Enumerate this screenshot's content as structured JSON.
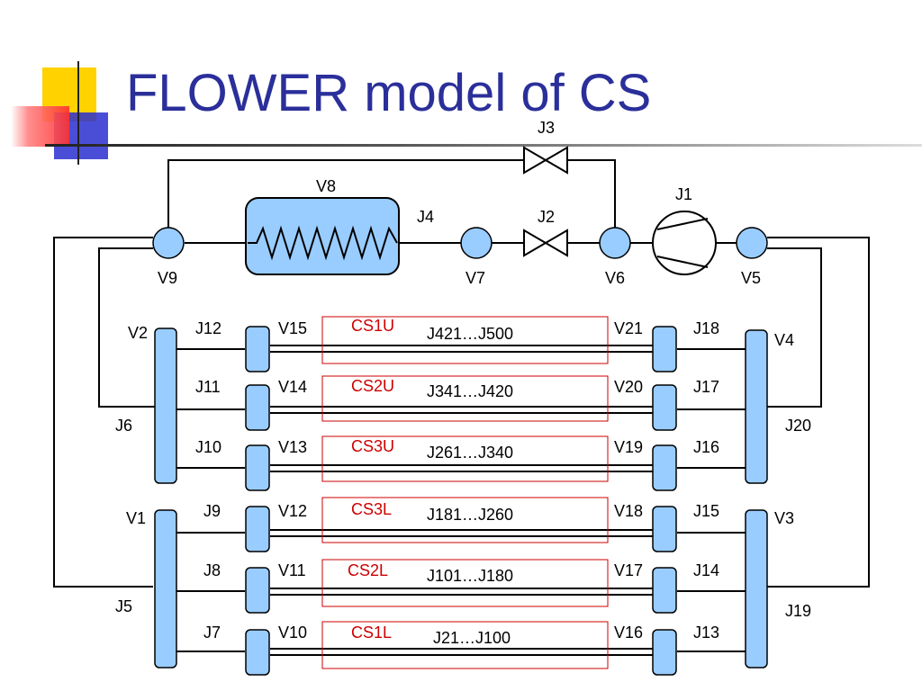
{
  "title": "FLOWER model of CS",
  "colors": {
    "title": "#2b2f9a",
    "node_fill": "#99ccff",
    "line": "#000000",
    "section_box": "#cc0000",
    "section_label": "#cc0000",
    "deco_yellow": "#ffd200",
    "deco_red": "#ff4040",
    "deco_blue": "#2a2fd0"
  },
  "labels": {
    "J1": "J1",
    "J2": "J2",
    "J3": "J3",
    "J4": "J4",
    "J5": "J5",
    "J6": "J6",
    "J7": "J7",
    "J8": "J8",
    "J9": "J9",
    "J10": "J10",
    "J11": "J11",
    "J12": "J12",
    "J13": "J13",
    "J14": "J14",
    "J15": "J15",
    "J16": "J16",
    "J17": "J17",
    "J18": "J18",
    "J19": "J19",
    "J20": "J20",
    "V1": "V1",
    "V2": "V2",
    "V3": "V3",
    "V4": "V4",
    "V5": "V5",
    "V6": "V6",
    "V7": "V7",
    "V8": "V8",
    "V9": "V9",
    "V10": "V10",
    "V11": "V11",
    "V12": "V12",
    "V13": "V13",
    "V14": "V14",
    "V15": "V15",
    "V16": "V16",
    "V17": "V17",
    "V18": "V18",
    "V19": "V19",
    "V20": "V20",
    "V21": "V21"
  },
  "sections": [
    {
      "name": "CS1U",
      "junctions": "J421…J500"
    },
    {
      "name": "CS2U",
      "junctions": "J341…J420"
    },
    {
      "name": "CS3U",
      "junctions": "J261…J340"
    },
    {
      "name": "CS3L",
      "junctions": "J181…J260"
    },
    {
      "name": "CS2L",
      "junctions": "J101…J180"
    },
    {
      "name": "CS1L",
      "junctions": "J21…J100"
    }
  ]
}
